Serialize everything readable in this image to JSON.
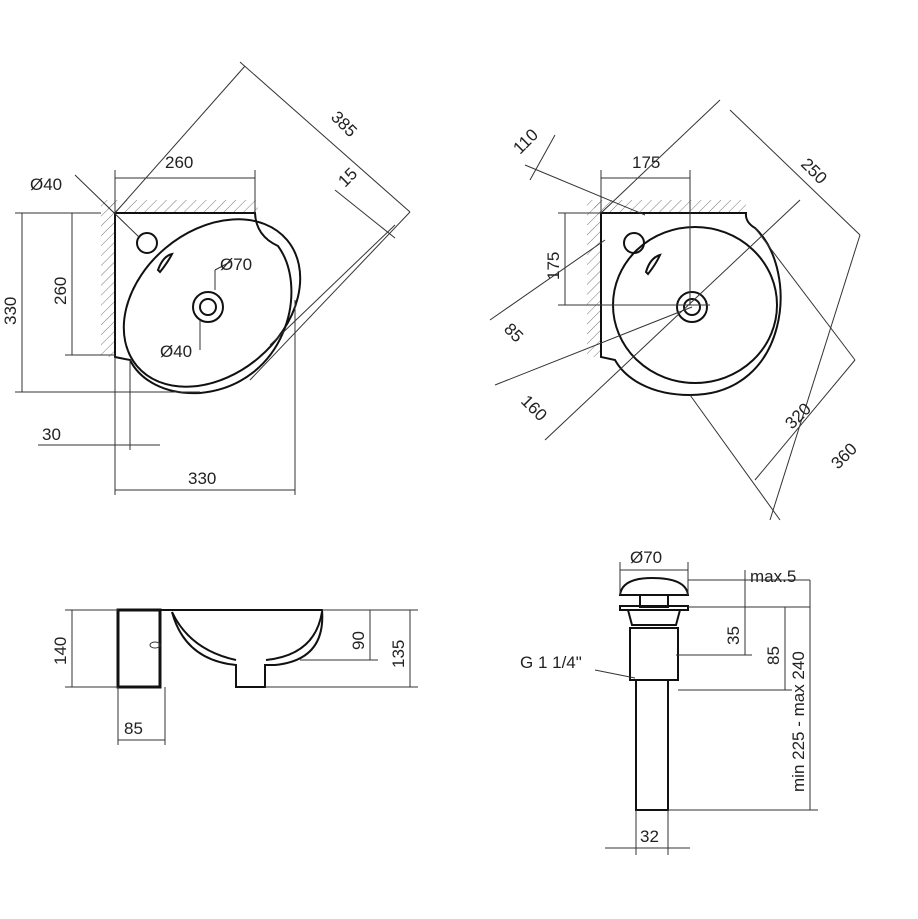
{
  "top_left_view": {
    "dim_diag_385": "385",
    "dim_width_260": "260",
    "dim_tap_hole": "Ø40",
    "dim_diag_15": "15",
    "dim_height_330": "330",
    "dim_height_260": "260",
    "dim_drain_70": "Ø70",
    "dim_drain_40": "Ø40",
    "dim_offset_30": "30",
    "dim_width_330": "330"
  },
  "top_right_view": {
    "dim_110": "110",
    "dim_175_h": "175",
    "dim_250": "250",
    "dim_175_v": "175",
    "dim_85": "85",
    "dim_160": "160",
    "dim_320": "320",
    "dim_360": "360"
  },
  "section_view": {
    "dim_140": "140",
    "dim_90": "90",
    "dim_135": "135",
    "dim_85": "85"
  },
  "drain_view": {
    "dim_diameter": "Ø70",
    "dim_max5": "max.5",
    "dim_35": "35",
    "dim_85": "85",
    "dim_length": "min 225 - max 240",
    "thread_label": "G 1 1/4\"",
    "dim_32": "32"
  }
}
